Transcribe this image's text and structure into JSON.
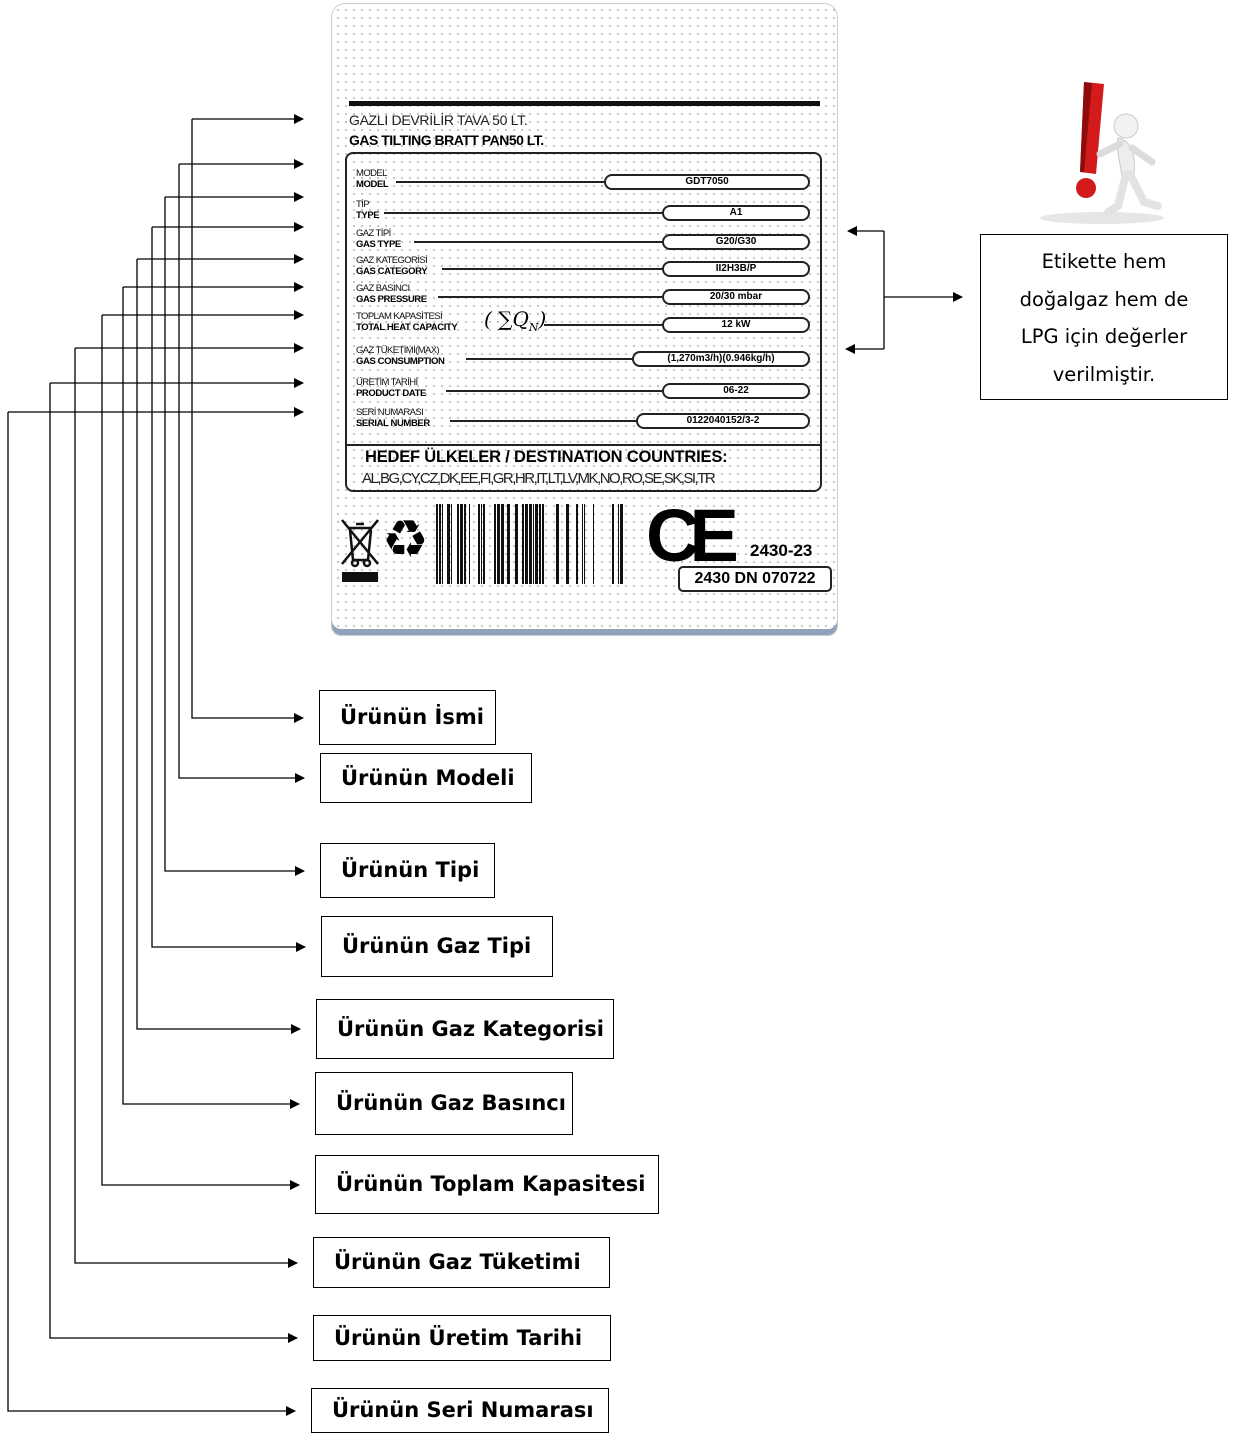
{
  "label": {
    "title_tr": "GAZLI DEVRİLİR TAVA 50 LT.",
    "title_en": "GAS TILTING BRATT PAN50 LT.",
    "fields": [
      {
        "tr": "MODEL",
        "en": "MODEL",
        "value": "GDT7050"
      },
      {
        "tr": "TİP",
        "en": "TYPE",
        "value": "A1"
      },
      {
        "tr": "GAZ TİPİ",
        "en": "GAS TYPE",
        "value": "G20/G30"
      },
      {
        "tr": "GAZ KATEGORİSİ",
        "en": "GAS CATEGORY",
        "value": "II2H3B/P"
      },
      {
        "tr": "GAZ BASINCI",
        "en": "GAS PRESSURE",
        "value": "20/30 mbar"
      },
      {
        "tr": "TOPLAM KAPASİTESİ",
        "en": "TOTAL HEAT CAPACITY",
        "value": "12 kW",
        "symbol": "( ∑Q",
        "symbol_sub": "N",
        "symbol_end": ")"
      },
      {
        "tr": "GAZ TÜKETİMİ(MAX)",
        "en": "GAS CONSUMPTION",
        "value": "(1,270m3/h)(0.946kg/h)"
      },
      {
        "tr": "ÜRETİM TARİHİ",
        "en": "PRODUCT DATE",
        "value": "06-22"
      },
      {
        "tr": "SERİ NUMARASI",
        "en": "SERIAL NUMBER",
        "value": "0122040152/3-2"
      }
    ],
    "destination_heading": "HEDEF ÜLKELER / DESTINATION COUNTRIES:",
    "destination_countries": "AL,BG,CY,CZ,DK,EE,FI,GR,HR,IT,LT,LV,MK,NO,RO,SE,SK,SI,TR",
    "ce_mark": "CE",
    "ce_number": "2430-23",
    "certificate": "2430 DN 070722",
    "icons": [
      "weee-bin-icon",
      "recycle-icon",
      "barcode"
    ]
  },
  "callouts": [
    "Ürünün İsmi",
    "Ürünün Modeli",
    "Ürünün Tipi",
    "Ürünün Gaz Tipi",
    "Ürünün Gaz Kategorisi",
    "Ürünün Gaz Basıncı",
    "Ürünün Toplam Kapasitesi",
    "Ürünün Gaz Tüketimi",
    "Ürünün Üretim Tarihi",
    "Ürünün Seri Numarası"
  ],
  "note": {
    "lines": [
      "Etikette hem",
      "doğalgaz hem de",
      "LPG için değerler",
      "verilmiştir."
    ],
    "icon": "warning-exclamation-icon"
  }
}
